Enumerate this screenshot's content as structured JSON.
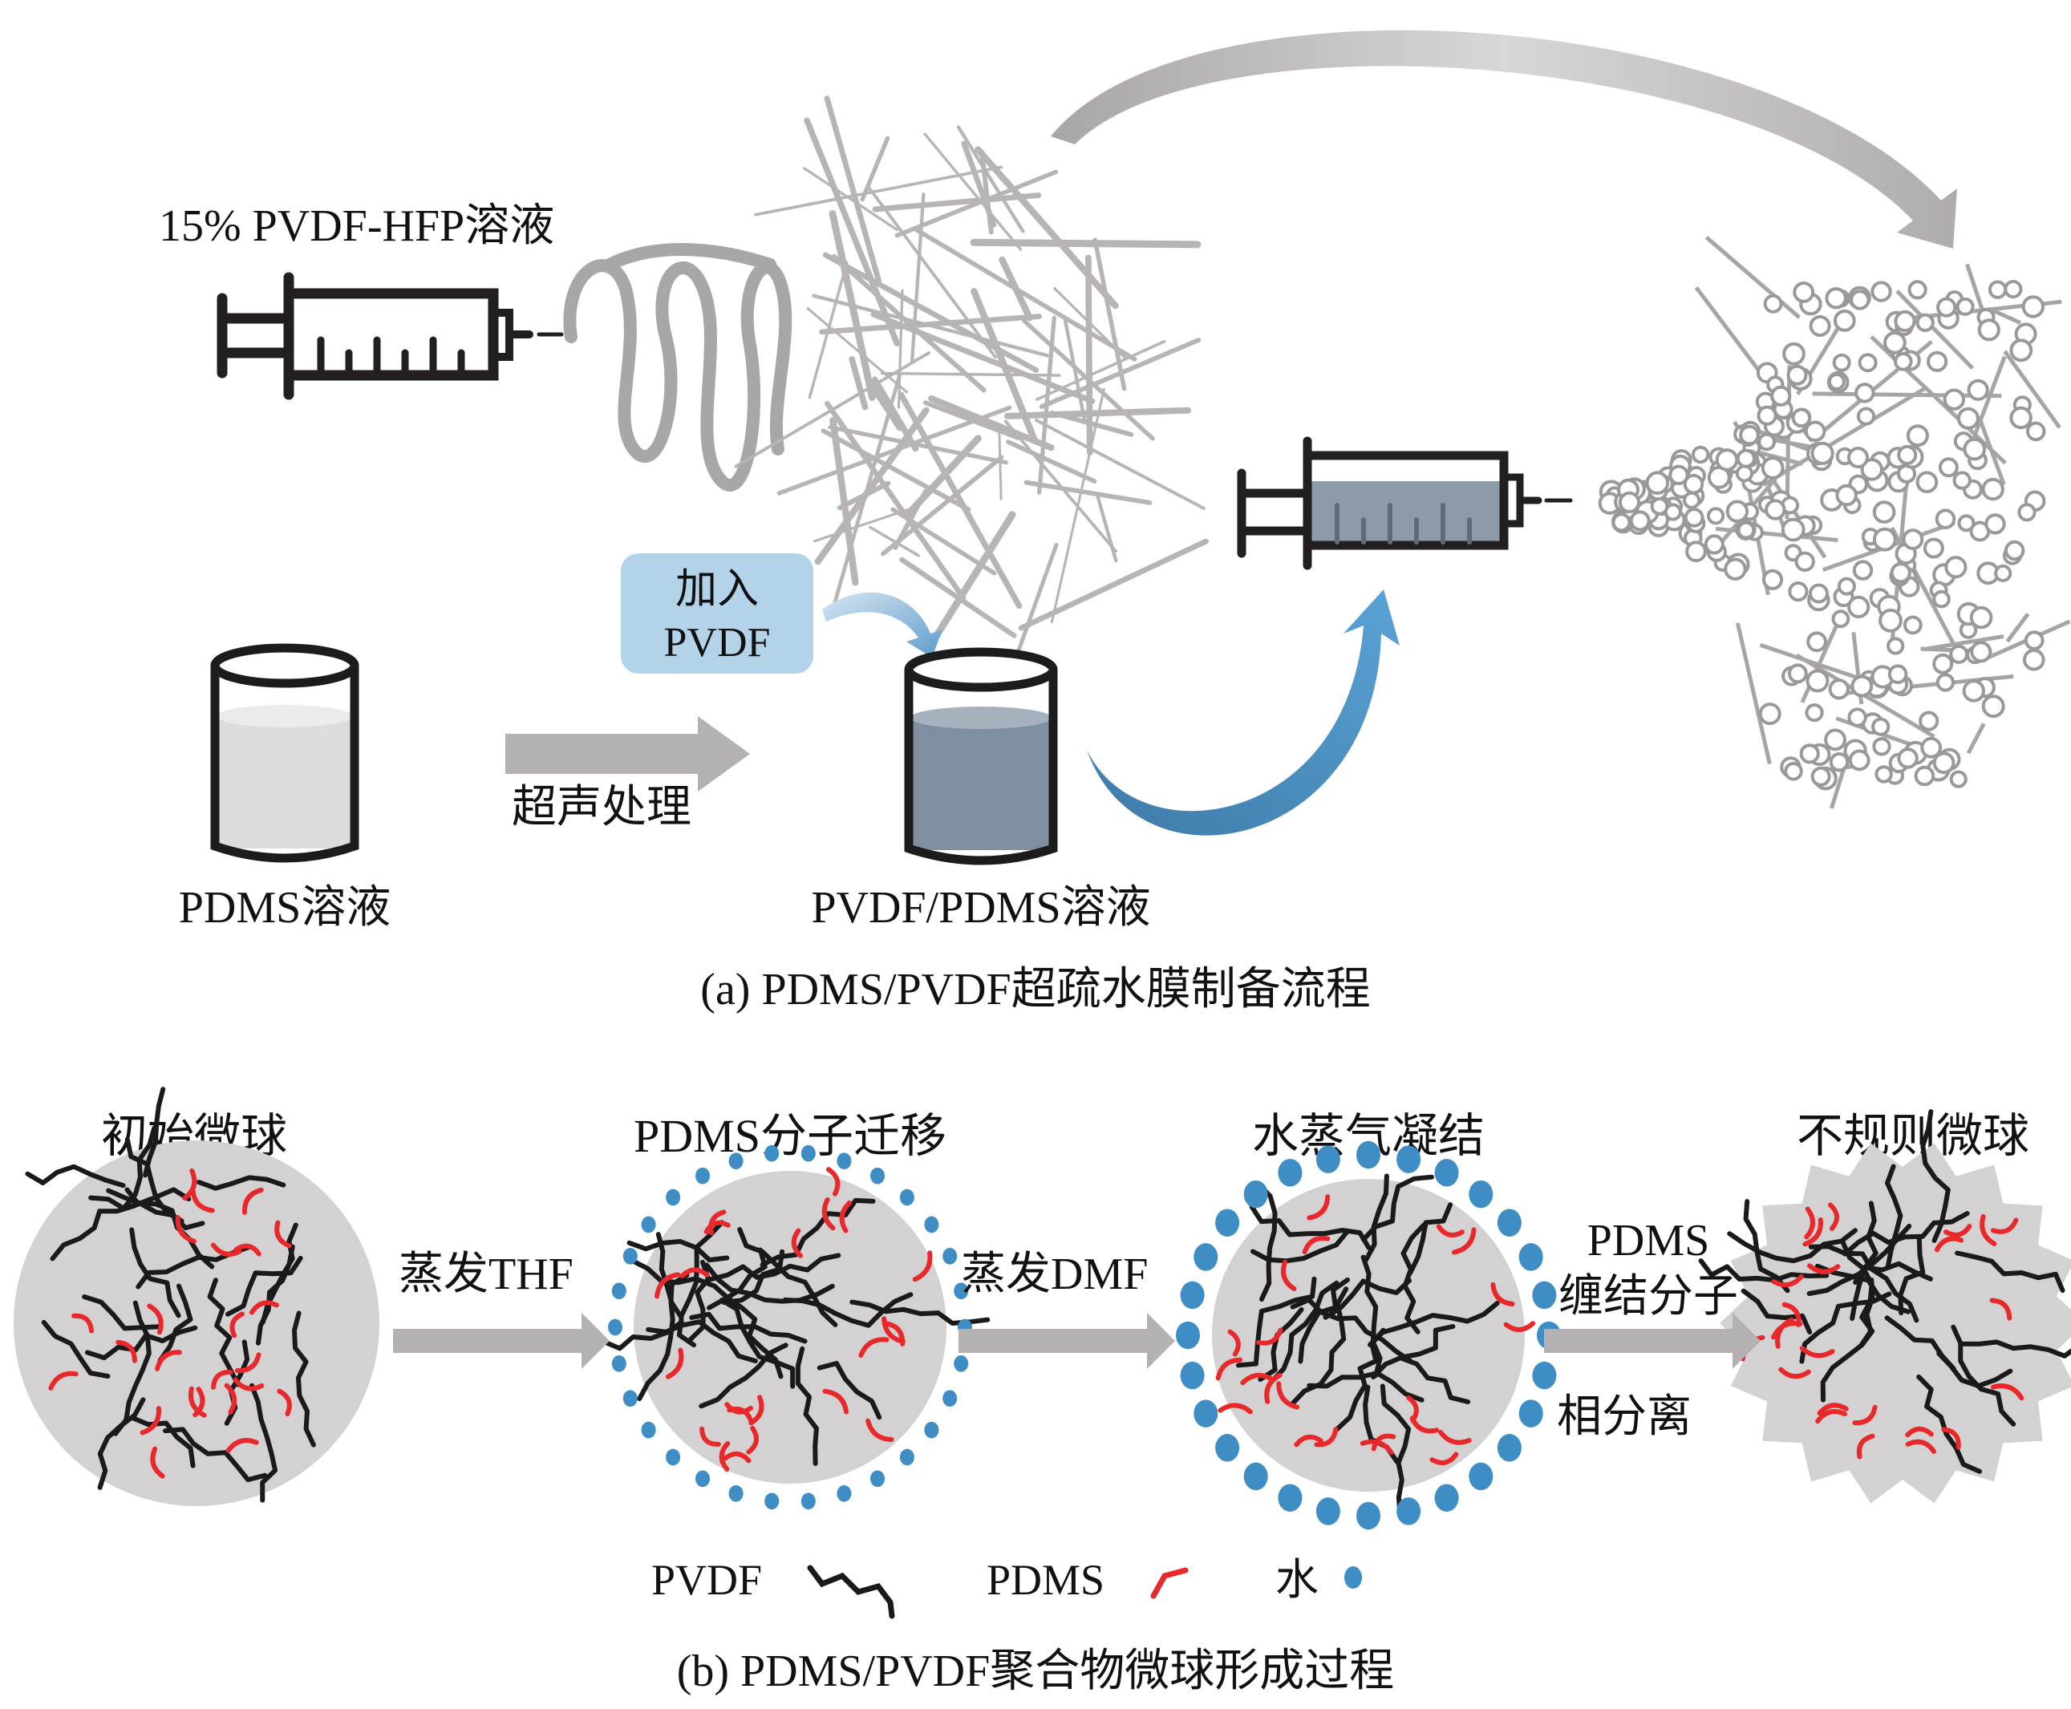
{
  "panel_a": {
    "syringe_label": "15% PVDF-HFP溶液",
    "add_box_line1": "加入",
    "add_box_line2": "PVDF",
    "sonication_label": "超声处理",
    "beaker1_label": "PDMS溶液",
    "beaker2_label": "PVDF/PDMS溶液",
    "caption": "(a) PDMS/PVDF超疏水膜制备流程"
  },
  "panel_b": {
    "stages": [
      {
        "title": "初始微球"
      },
      {
        "title": "PDMS分子迁移"
      },
      {
        "title": "水蒸气凝结"
      },
      {
        "title": "不规则微球"
      }
    ],
    "arrows": [
      {
        "label": "蒸发THF"
      },
      {
        "label": "蒸发DMF"
      },
      {
        "label_top1": "PDMS",
        "label_top2": "缠结分子",
        "label_bottom": "相分离"
      }
    ],
    "legend": [
      {
        "label": "PVDF",
        "color": "#1a1a1a"
      },
      {
        "label": "PDMS",
        "color": "#e8282b"
      },
      {
        "label": "水",
        "color": "#3e8dc4"
      }
    ],
    "caption": "(b) PDMS/PVDF聚合物微球形成过程"
  },
  "colors": {
    "grey_arrow": "#b5b1b1",
    "blue_arrow": "#4a8ec2",
    "add_box": "#b3d3e8",
    "sphere_fill": "#d3d1d1",
    "solution_blue": "#7f8ea0",
    "solution_grey": "#dedcdc",
    "pvdf": "#1a1a1a",
    "pdms": "#e8282b",
    "water": "#3e8dc4"
  }
}
